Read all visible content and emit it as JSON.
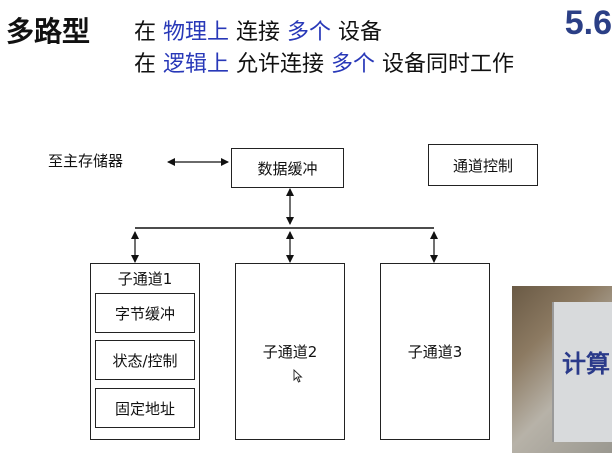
{
  "heading": {
    "title": "多路型",
    "line1": {
      "p1": "在 ",
      "p2": "物理上",
      "p3": " 连接 ",
      "p4": "多个",
      "p5": " 设备"
    },
    "line2": {
      "p1": "在 ",
      "p2": "逻辑上",
      "p3": " 允许连接 ",
      "p4": "多个",
      "p5": " 设备同时工作"
    },
    "slide_number": "5.6"
  },
  "diagram": {
    "main_memory_label": "至主存储器",
    "data_buffer_label": "数据缓冲",
    "channel_control_label": "通道控制",
    "subchannel1": {
      "label": "子通道1",
      "fields": [
        "字节缓冲",
        "状态/控制",
        "固定地址"
      ]
    },
    "subchannel2_label": "子通道2",
    "subchannel3_label": "子通道3"
  },
  "photo_overlay": {
    "text": "计算"
  },
  "colors": {
    "highlight": "#2838b8",
    "slide_number": "#2b3f86"
  }
}
